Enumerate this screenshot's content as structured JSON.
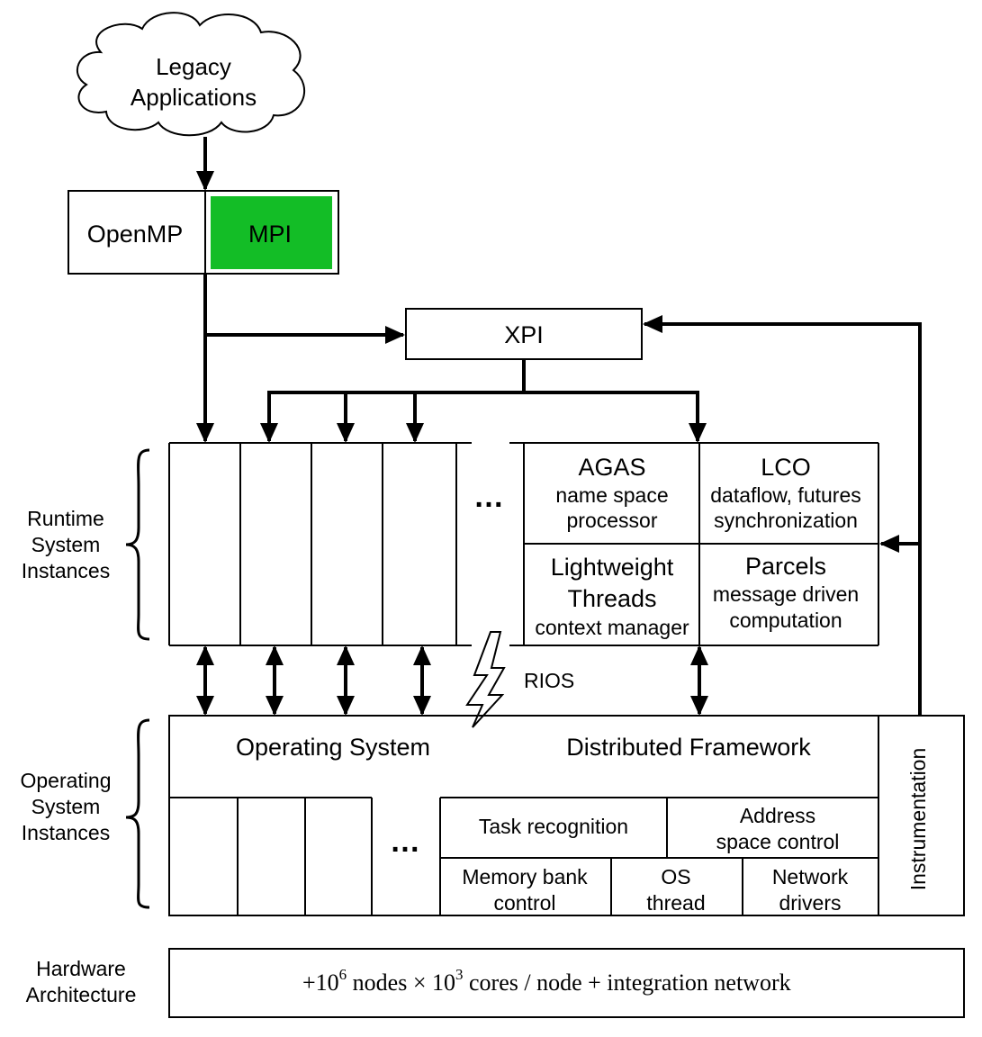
{
  "legacy": {
    "line1": "Legacy",
    "line2": "Applications"
  },
  "openmp": "OpenMP",
  "mpi": "MPI",
  "xpi": "XPI",
  "runtime_label": {
    "line1": "Runtime",
    "line2": "System",
    "line3": "Instances"
  },
  "os_label": {
    "line1": "Operating",
    "line2": "System",
    "line3": "Instances"
  },
  "hw_label": {
    "line1": "Hardware",
    "line2": "Architecture"
  },
  "ellipsis": "…",
  "agas": {
    "title": "AGAS",
    "line1": "name space",
    "line2": "processor"
  },
  "lco": {
    "title": "LCO",
    "line1": "dataflow, futures",
    "line2": "synchronization"
  },
  "threads": {
    "title1": "Lightweight",
    "title2": "Threads",
    "line1": "context manager"
  },
  "parcels": {
    "title": "Parcels",
    "line1": "message driven",
    "line2": "computation"
  },
  "rios": "RIOS",
  "os_title": "Operating System",
  "df_title": "Distributed Framework",
  "instrumentation": "Instrumentation",
  "task": "Task recognition",
  "address": {
    "line1": "Address",
    "line2": "space control"
  },
  "membank": {
    "line1": "Memory bank",
    "line2": "control"
  },
  "osthread": {
    "line1": "OS",
    "line2": "thread"
  },
  "netdrv": {
    "line1": "Network",
    "line2": "drivers"
  },
  "hardware": {
    "plus": "+10",
    "exp_nodes": "6",
    "nodes": " nodes × 10",
    "exp_cores": "3",
    "rest": " cores / node + integration network"
  },
  "colors": {
    "mpi_fill": "#13bd26",
    "line": "#000000",
    "background": "#ffffff"
  }
}
